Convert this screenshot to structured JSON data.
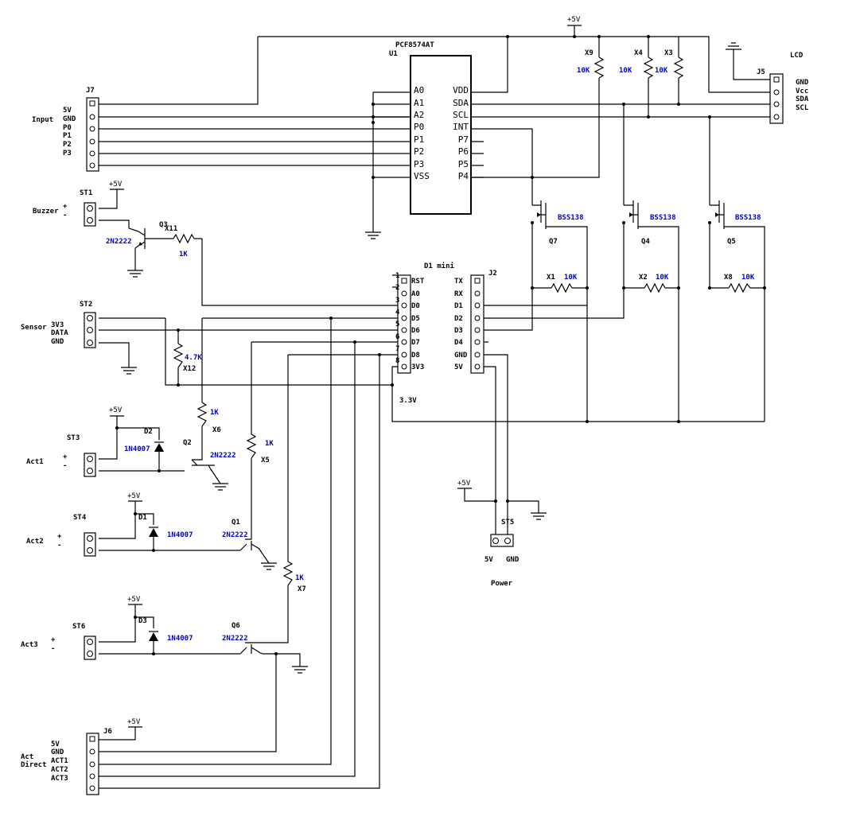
{
  "power": {
    "p5v": "+5V"
  },
  "u1": {
    "ref": "U1",
    "part": "PCF8574AT",
    "left_pins": [
      "A0",
      "A1",
      "A2",
      "P0",
      "P1",
      "P2",
      "P3",
      "VSS"
    ],
    "right_pins": [
      "VDD",
      "SDA",
      "SCL",
      "INT",
      "P7",
      "P6",
      "P5",
      "P4"
    ]
  },
  "j7": {
    "ref": "J7",
    "title": "Input",
    "pins": [
      "5V",
      "GND",
      "P0",
      "P1",
      "P2",
      "P3"
    ]
  },
  "j5": {
    "ref": "J5",
    "title": "LCD",
    "pins": [
      "GND",
      "Vcc",
      "SDA",
      "SCL"
    ]
  },
  "pullups": [
    {
      "ref": "X9",
      "value": "10K"
    },
    {
      "ref": "X4",
      "value": "10K"
    },
    {
      "ref": "X3",
      "value": "10K"
    }
  ],
  "mosfets": [
    {
      "ref": "Q7",
      "part": "BSS138"
    },
    {
      "ref": "Q4",
      "part": "BSS138"
    },
    {
      "ref": "Q5",
      "part": "BSS138"
    }
  ],
  "gate_resistors": [
    {
      "ref": "X1",
      "value": "10K"
    },
    {
      "ref": "X2",
      "value": "10K"
    },
    {
      "ref": "X8",
      "value": "10K"
    }
  ],
  "buzzer": {
    "ref": "ST1",
    "title": "Buzzer",
    "plus": "+",
    "minus": "-",
    "q_ref": "Q3",
    "q_part": "2N2222",
    "r_ref": "X11",
    "r_value": "1K"
  },
  "sensor": {
    "ref": "ST2",
    "title": "Sensor",
    "pins": [
      "3V3",
      "DATA",
      "GND"
    ],
    "r_ref": "X12",
    "r_value": "4.7K"
  },
  "d1mini": {
    "title": "D1 mini",
    "ref": "J2",
    "left_pins": [
      "RST",
      "A0",
      "D0",
      "D5",
      "D6",
      "D7",
      "D8",
      "3V3"
    ],
    "left_nums": [
      "1",
      "2",
      "3",
      "4",
      "5",
      "6",
      "7",
      "8"
    ],
    "right_pins": [
      "TX",
      "RX",
      "D1",
      "D2",
      "D3",
      "D4",
      "GND",
      "5V"
    ],
    "v33": "3.3V"
  },
  "act1": {
    "ref": "ST3",
    "title": "Act1",
    "plus": "+",
    "minus": "-",
    "d_ref": "D2",
    "d_part": "1N4007",
    "q_ref": "Q2",
    "q_part": "2N2222",
    "r_ref": "X6",
    "r_value": "1K"
  },
  "act2": {
    "ref": "ST4",
    "title": "Act2",
    "plus": "+",
    "minus": "-",
    "d_ref": "D1",
    "d_part": "1N4007",
    "q_ref": "Q1",
    "q_part": "2N2222",
    "r_ref": "X5",
    "r_value": "1K"
  },
  "act3": {
    "ref": "ST6",
    "title": "Act3",
    "plus": "+",
    "minus": "-",
    "d_ref": "D3",
    "d_part": "1N4007",
    "q_ref": "Q6",
    "q_part": "2N2222",
    "r_ref": "X7",
    "r_value": "1K"
  },
  "st5": {
    "ref": "ST5",
    "title": "Power",
    "pins": [
      "5V",
      "GND"
    ]
  },
  "j6": {
    "ref": "J6",
    "title": "Act Direct",
    "pins": [
      "5V",
      "GND",
      "ACT1",
      "ACT2",
      "ACT3"
    ]
  }
}
